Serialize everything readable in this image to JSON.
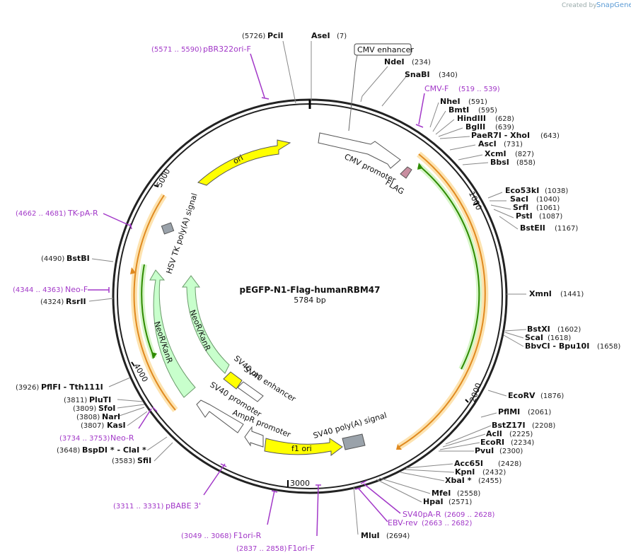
{
  "plasmid": {
    "name": "pEGFP-N1-Flag-humanRBM47",
    "length": "5784 bp"
  },
  "watermark": {
    "prefix": "Created by",
    "brand": "SnapGene"
  },
  "ticks": [
    "1000",
    "2000",
    "3000",
    "4000",
    "5000"
  ],
  "sites": [
    {
      "name": "PciI",
      "pos": "(5726)"
    },
    {
      "name": "AseI",
      "pos": "(7)"
    },
    {
      "name": "NdeI",
      "pos": "(234)"
    },
    {
      "name": "SnaBI",
      "pos": "(340)"
    },
    {
      "name": "NheI",
      "pos": "(591)"
    },
    {
      "name": "BmtI",
      "pos": "(595)"
    },
    {
      "name": "HindIII",
      "pos": "(628)"
    },
    {
      "name": "BglII",
      "pos": "(639)"
    },
    {
      "name": "PaeR7I - XhoI",
      "pos": "(643)"
    },
    {
      "name": "AscI",
      "pos": "(731)"
    },
    {
      "name": "XcmI",
      "pos": "(827)"
    },
    {
      "name": "BbsI",
      "pos": "(858)"
    },
    {
      "name": "Eco53kI",
      "pos": "(1038)"
    },
    {
      "name": "SacI",
      "pos": "(1040)"
    },
    {
      "name": "SrfI",
      "pos": "(1061)"
    },
    {
      "name": "PstI",
      "pos": "(1087)"
    },
    {
      "name": "BstEII",
      "pos": "(1167)"
    },
    {
      "name": "XmnI",
      "pos": "(1441)"
    },
    {
      "name": "BstXI",
      "pos": "(1602)"
    },
    {
      "name": "ScaI",
      "pos": "(1618)"
    },
    {
      "name": "BbvCI - Bpu10I",
      "pos": "(1658)"
    },
    {
      "name": "EcoRV",
      "pos": "(1876)"
    },
    {
      "name": "PflMI",
      "pos": "(2061)"
    },
    {
      "name": "BstZ17I",
      "pos": "(2208)"
    },
    {
      "name": "AclI",
      "pos": "(2225)"
    },
    {
      "name": "EcoRI",
      "pos": "(2234)"
    },
    {
      "name": "PvuI",
      "pos": "(2300)"
    },
    {
      "name": "Acc65I",
      "pos": "(2428)"
    },
    {
      "name": "KpnI",
      "pos": "(2432)"
    },
    {
      "name": "XbaI *",
      "pos": "(2455)"
    },
    {
      "name": "MfeI",
      "pos": "(2558)"
    },
    {
      "name": "HpaI",
      "pos": "(2571)"
    },
    {
      "name": "MluI",
      "pos": "(2694)"
    },
    {
      "name": "SfiI",
      "pos": "(3583)"
    },
    {
      "name": "BspDI * - ClaI *",
      "pos": "(3648)"
    },
    {
      "name": "KasI",
      "pos": "(3807)"
    },
    {
      "name": "NarI",
      "pos": "(3808)"
    },
    {
      "name": "SfoI",
      "pos": "(3809)"
    },
    {
      "name": "PluTI",
      "pos": "(3811)"
    },
    {
      "name": "PflFI - Tth111I",
      "pos": "(3926)"
    },
    {
      "name": "RsrII",
      "pos": "(4324)"
    },
    {
      "name": "BstBI",
      "pos": "(4490)"
    }
  ],
  "primers": [
    {
      "name": "pBR322ori-F",
      "range": "(5571 .. 5590)"
    },
    {
      "name": "CMV-F",
      "range": "(519 .. 539)"
    },
    {
      "name": "TK-pA-R",
      "range": "(4662 .. 4681)"
    },
    {
      "name": "Neo-F",
      "range": "(4344 .. 4363)"
    },
    {
      "name": "Neo-R",
      "range": "(3734 .. 3753)"
    },
    {
      "name": "pBABE 3'",
      "range": "(3311 .. 3331)"
    },
    {
      "name": "F1ori-R",
      "range": "(3049 .. 3068)"
    },
    {
      "name": "F1ori-F",
      "range": "(2837 .. 2858)"
    },
    {
      "name": "SV40pA-R",
      "range": "(2609 .. 2628)"
    },
    {
      "name": "EBV-rev",
      "range": "(2663 .. 2682)"
    }
  ],
  "features": {
    "cmv_enhancer": "CMV enhancer",
    "cmv_promoter": "CMV promoter",
    "flag": "FLAG",
    "ori": "ori",
    "hsv_tk": "HSV TK poly(A) signal",
    "neokan_inner": "NeoR/KanR",
    "neokan_outer": "NeoR/KanR",
    "sv40_ori": "SV40 ori",
    "sv40_enh": "SV40 enhancer",
    "sv40_prom": "SV40 promoter",
    "ampr_prom": "AmpR promoter",
    "f1ori": "f1 ori",
    "sv40_polya": "SV40 poly(A) signal"
  },
  "colors": {
    "backbone": "#222222",
    "ori": "#ffff00",
    "neo": "#c8ffcc",
    "neo_stroke": "#6a9a6a",
    "orange": "#f5a030",
    "orange_halo": "#fde3b0",
    "green": "#2e8b00",
    "primer": "#a238c8",
    "gray_box": "#9aa2aa",
    "flag": "#c88ea0"
  }
}
